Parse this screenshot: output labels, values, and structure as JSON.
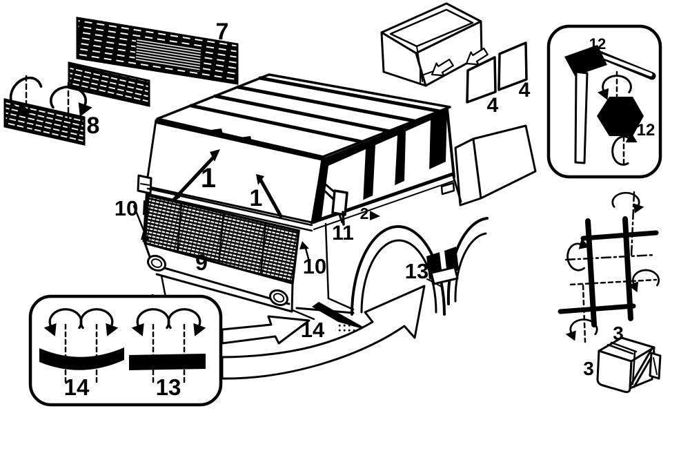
{
  "figure": {
    "kind": "exploded-parts-line-diagram",
    "subject": "truck cab exterior parts diagram",
    "colors": {
      "ink": "#000000",
      "paper": "#ffffff"
    },
    "callouts": {
      "c1a": "1",
      "c1b": "1",
      "c2": "2",
      "c3_grid": "3",
      "c3_box": "3",
      "c4_left": "4",
      "c4_right": "4",
      "c7": "7",
      "c8": "8",
      "c9": "9",
      "c10_left": "10",
      "c10_right": "10",
      "c11": "11",
      "c12_top": "12",
      "c12_bottom": "12",
      "c13_truck": "13",
      "c13_inset": "13",
      "c14_truck": "14",
      "c14_inset": "14"
    }
  }
}
